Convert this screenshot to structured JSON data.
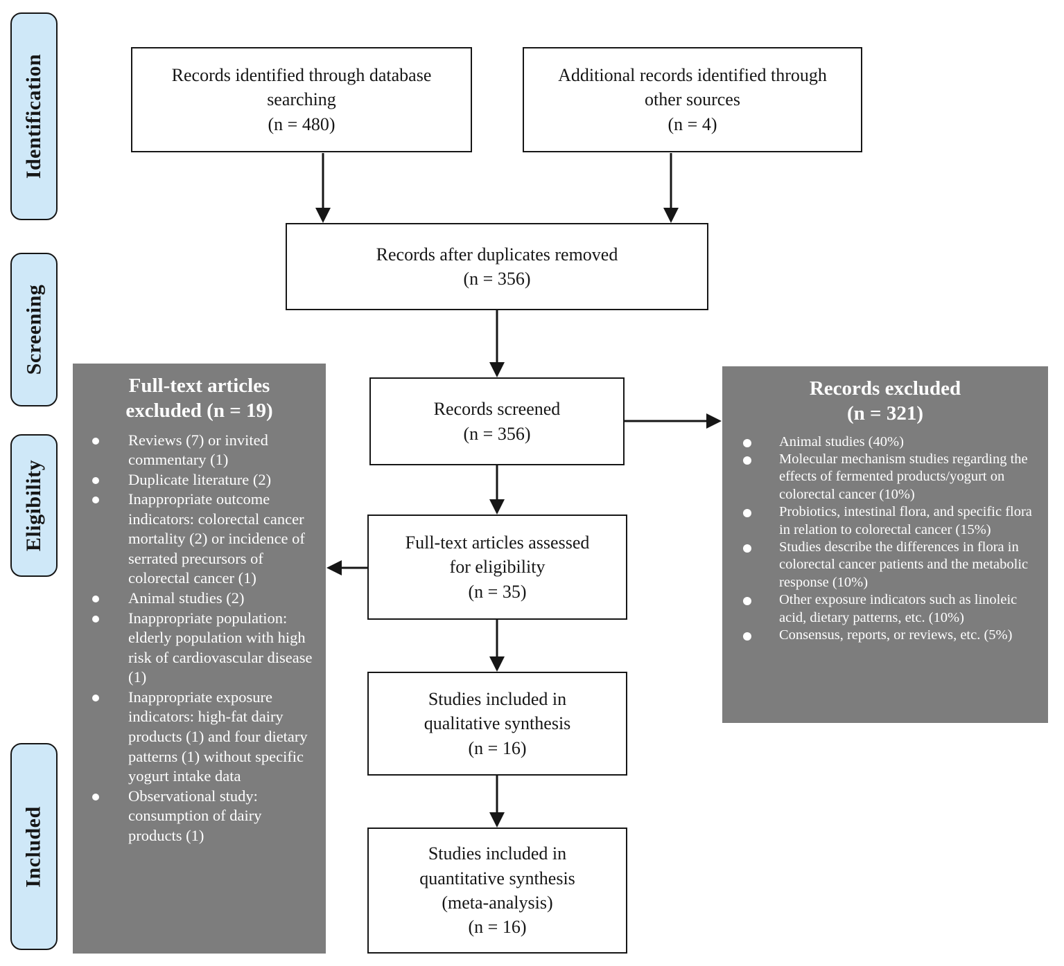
{
  "diagram": {
    "stages": [
      "Identification",
      "Screening",
      "Eligibility",
      "Included"
    ],
    "boxes": {
      "db_search": {
        "lines": [
          "Records identified through database",
          "searching",
          "(n = 480)"
        ]
      },
      "other_sources": {
        "lines": [
          "Additional records identified through",
          "other sources",
          "(n = 4)"
        ]
      },
      "duplicates_removed": {
        "lines": [
          "Records after duplicates removed",
          "(n = 356)"
        ]
      },
      "records_screened": {
        "lines": [
          "Records screened",
          "(n = 356)"
        ]
      },
      "fulltext_assessed": {
        "lines": [
          "Full-text articles assessed",
          "for eligibility",
          "(n = 35)"
        ]
      },
      "qualitative": {
        "lines": [
          "Studies included in",
          "qualitative synthesis",
          "(n = 16)"
        ]
      },
      "quantitative": {
        "lines": [
          "Studies included in",
          "quantitative synthesis",
          "(meta-analysis)",
          "(n = 16)"
        ]
      }
    },
    "excluded_fulltext": {
      "title_lines": [
        "Full-text articles",
        "excluded (n = 19)"
      ],
      "items": [
        "Reviews (7) or invited commentary (1)",
        "Duplicate literature (2)",
        "Inappropriate outcome indicators: colorectal cancer mortality (2) or incidence of serrated precursors of colorectal cancer (1)",
        "Animal studies (2)",
        "Inappropriate population: elderly population with high risk of cardiovascular disease (1)",
        "Inappropriate exposure indicators: high-fat dairy products (1) and four dietary patterns (1) without specific yogurt intake data",
        "Observational study: consumption of dairy products (1)"
      ]
    },
    "excluded_records": {
      "title_lines": [
        "Records excluded",
        "(n = 321)"
      ],
      "items": [
        "Animal studies (40%)",
        "Molecular mechanism studies regarding the effects of fermented products/yogurt on colorectal cancer (10%)",
        "Probiotics, intestinal flora, and specific flora in relation to colorectal cancer (15%)",
        "Studies describe the differences in flora in colorectal cancer patients and the metabolic response (10%)",
        "Other exposure indicators such as linoleic acid, dietary patterns, etc. (10%)",
        "Consensus, reports, or reviews, etc. (5%)"
      ]
    },
    "colors": {
      "stage_fill": "#cfe8f8",
      "panel_gray": "#7d7d7d",
      "ink": "#161616"
    }
  }
}
